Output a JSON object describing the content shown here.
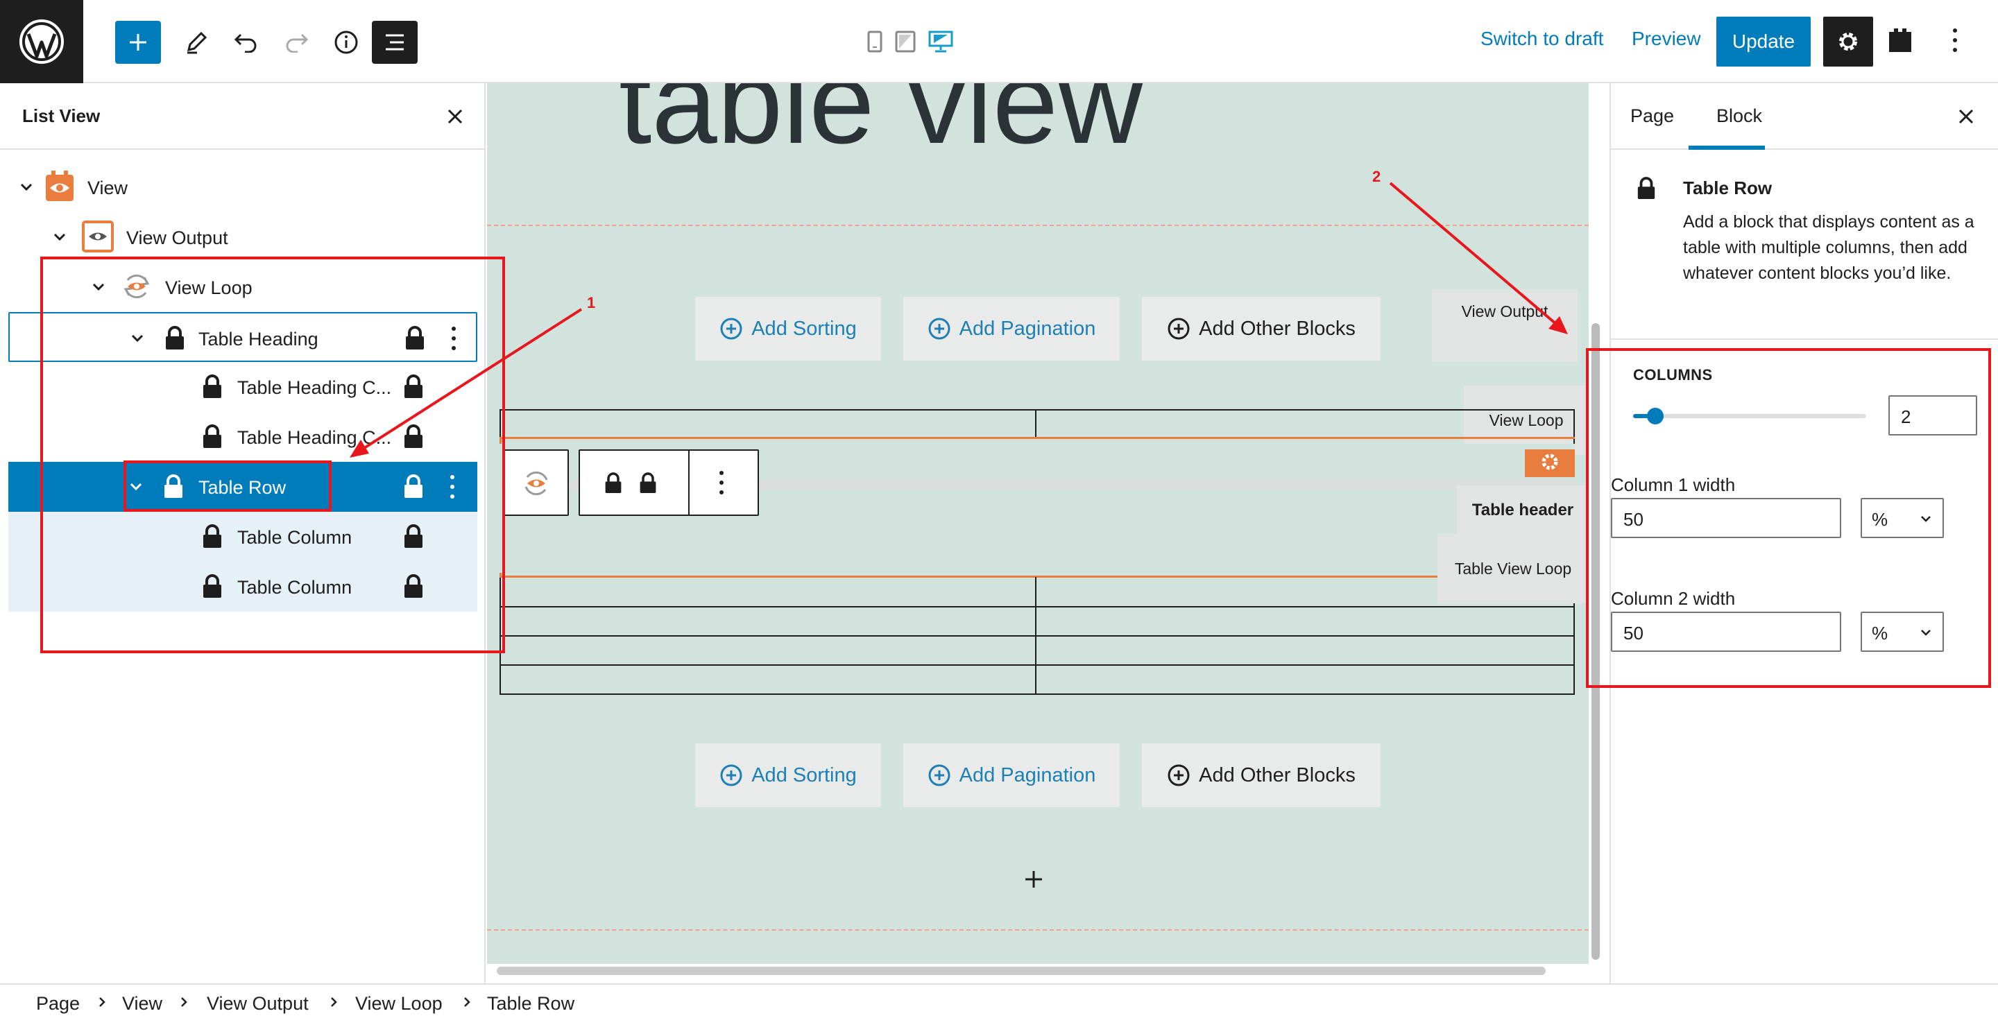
{
  "toolbar": {
    "switch_to_draft": "Switch to draft",
    "preview": "Preview",
    "update": "Update"
  },
  "list_view": {
    "title": "List View",
    "items": [
      {
        "label": "View"
      },
      {
        "label": "View Output"
      },
      {
        "label": "View Loop"
      },
      {
        "label": "Table Heading"
      },
      {
        "label": "Table Heading C..."
      },
      {
        "label": "Table Heading C..."
      },
      {
        "label": "Table Row"
      },
      {
        "label": "Table Column"
      },
      {
        "label": "Table Column"
      }
    ]
  },
  "canvas": {
    "title": "table view",
    "buttons_top": {
      "sorting": "Add Sorting",
      "pagination": "Add Pagination",
      "other": "Add Other Blocks"
    },
    "buttons_bottom": {
      "sorting": "Add Sorting",
      "pagination": "Add Pagination",
      "other": "Add Other Blocks"
    },
    "tooltips": {
      "view_output": "View Output",
      "view_loop": "View Loop",
      "table_header": "Table header",
      "table_view_loop": "Table View Loop"
    }
  },
  "sidebar": {
    "tabs": [
      "Page",
      "Block"
    ],
    "active_tab": "Block",
    "block_name": "Table Row",
    "block_description": "Add a block that displays content as a table with multiple columns, then add whatever content blocks you’d like.",
    "columns_label": "COLUMNS",
    "columns_value": "2",
    "columns_slider": {
      "value": 2
    },
    "column1_label": "Column 1 width",
    "column1_value": "50",
    "column1_unit": "%",
    "column2_label": "Column 2 width",
    "column2_value": "50",
    "column2_unit": "%"
  },
  "breadcrumb": [
    "Page",
    "View",
    "View Output",
    "View Loop",
    "Table Row"
  ],
  "annotations": {
    "one": "1",
    "two": "2"
  },
  "colors": {
    "accent": "#007cba",
    "annotation_red": "#e8171e",
    "canvas_bg": "#d2e3de",
    "orange": "#e87d3e"
  },
  "icons": [
    "wordpress-logo",
    "plus-icon",
    "pencil-icon",
    "undo-icon",
    "redo-icon",
    "info-icon",
    "list-view-icon",
    "mobile-icon",
    "tablet-icon",
    "desktop-icon",
    "gear-icon",
    "plugin-icon",
    "more-vertical-icon",
    "close-icon",
    "lock-icon",
    "chevron-down-icon",
    "chevron-right-icon",
    "view-eye-icon",
    "loop-icon",
    "circle-plus-icon"
  ]
}
